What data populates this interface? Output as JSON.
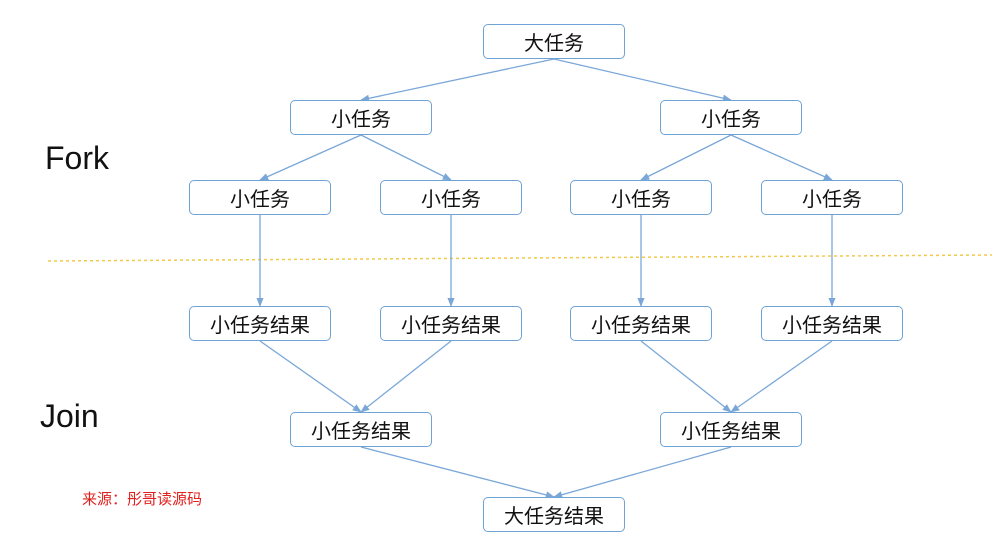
{
  "labels": {
    "fork": "Fork",
    "join": "Join",
    "source": "来源：彤哥读源码"
  },
  "nodes": {
    "big_task": "大任务",
    "task_l": "小任务",
    "task_r": "小任务",
    "task_ll": "小任务",
    "task_lr": "小任务",
    "task_rl": "小任务",
    "task_rr": "小任务",
    "result_ll": "小任务结果",
    "result_lr": "小任务结果",
    "result_rl": "小任务结果",
    "result_rr": "小任务结果",
    "result_l": "小任务结果",
    "result_r": "小任务结果",
    "big_result": "大任务结果"
  },
  "colors": {
    "edge": "#7aa7d8",
    "box_border": "#6fa3d6",
    "divider": "#f2c94c",
    "source_text": "#e0201e"
  }
}
